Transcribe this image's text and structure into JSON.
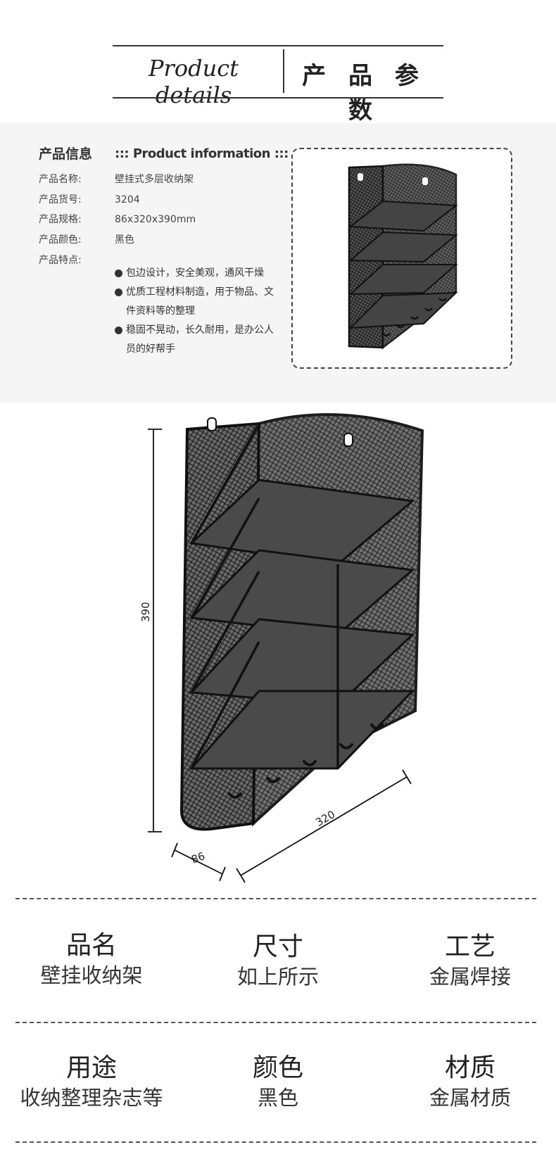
{
  "header": {
    "title_en": "Product details",
    "title_cn": "产 品 参 数"
  },
  "info": {
    "heading_cn": "产品信息",
    "heading_en": "::: Product information :::",
    "rows": [
      {
        "label": "产品名称:",
        "value": "壁挂式多层收纳架"
      },
      {
        "label": "产品货号:",
        "value": "3204"
      },
      {
        "label": "产品规格:",
        "value": "86x320x390mm"
      },
      {
        "label": "产品颜色:",
        "value": "黑色"
      },
      {
        "label": "产品特点:",
        "value": ""
      }
    ],
    "features": [
      "包边设计，安全美观，通风干燥",
      "优质工程材料制造，用于物品、文件资料等的整理",
      "稳固不晃动，长久耐用，是办公人员的好帮手"
    ]
  },
  "dimensions": {
    "height": "390",
    "width": "320",
    "depth": "86"
  },
  "specs": [
    {
      "key": "品名",
      "value": "壁挂收纳架"
    },
    {
      "key": "尺寸",
      "value": "如上所示"
    },
    {
      "key": "工艺",
      "value": "金属焊接"
    },
    {
      "key": "用途",
      "value": "收纳整理杂志等"
    },
    {
      "key": "颜色",
      "value": "黑色"
    },
    {
      "key": "材质",
      "value": "金属材质"
    }
  ],
  "colors": {
    "section_bg": "#f5f5f5",
    "rack": "#111111",
    "text": "#222222"
  }
}
